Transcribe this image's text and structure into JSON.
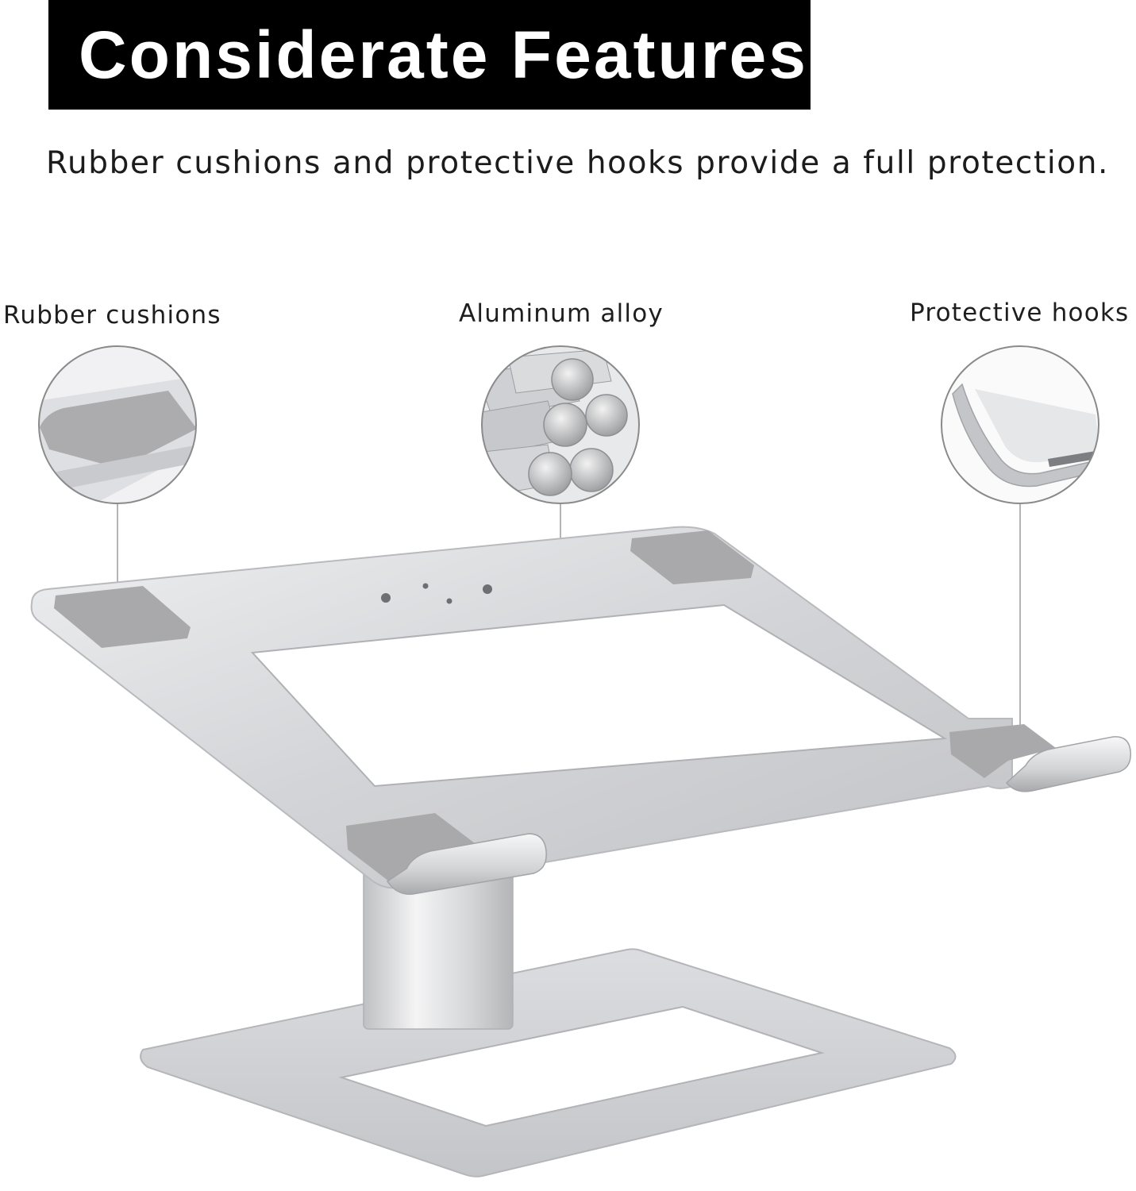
{
  "header": {
    "title": "Considerate Features",
    "subtitle": "Rubber cushions and protective hooks provide a full protection."
  },
  "callouts": [
    {
      "label": "Rubber cushions",
      "icon": "rubber-cushion-detail"
    },
    {
      "label": "Aluminum alloy",
      "icon": "aluminum-rods-detail"
    },
    {
      "label": "Protective hooks",
      "icon": "protective-hook-detail"
    }
  ],
  "product": {
    "icon": "adjustable-laptop-stand"
  },
  "colors": {
    "title_bg": "#000000",
    "title_text": "#ffffff",
    "aluminum": "#d6d7d9",
    "pad": "#a9a9ab",
    "leader_line": "#9a9a9a"
  }
}
